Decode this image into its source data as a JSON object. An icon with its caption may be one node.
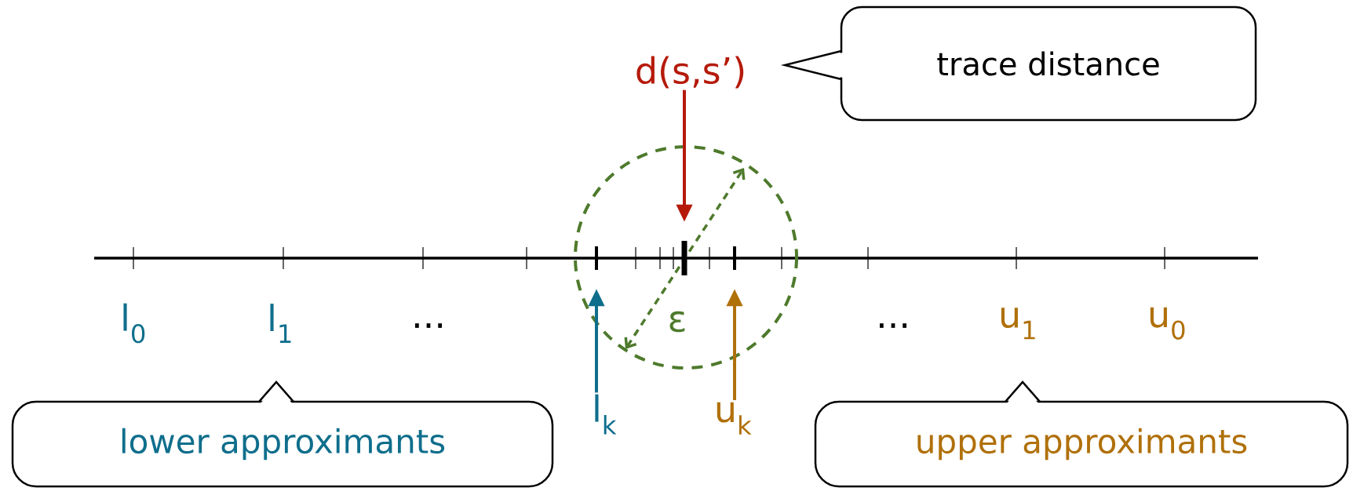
{
  "diagram": {
    "nodes": [
      {
        "text": [
          "trace distance"
        ]
      },
      {
        "text": [
          "d(s,s’)"
        ]
      },
      {
        "text": [
          "l$_{k}$"
        ]
      },
      {
        "text": [
          "u$_{k}$"
        ]
      },
      {
        "text": [],
        "shape": "bar"
      },
      {
        "text": [],
        "shape": "bar"
      },
      {
        "text": [],
        "shape": "bar"
      },
      {
        "text": [
          "lower approximants"
        ]
      },
      {
        "text": [
          "upper approximants"
        ]
      }
    ],
    "edges": [
      {
        "from": 1,
        "to": 5,
        "arrow": "to",
        "color": "#b51a0a"
      },
      {
        "from": 2,
        "to": 4,
        "arrow": "to",
        "color": "#0f6e8c"
      },
      {
        "from": 3,
        "to": 6,
        "arrow": "to",
        "color": "#b0700a"
      }
    ],
    "labels": [
      "l$_{0}$",
      "l$_{1}$",
      "...",
      "ε",
      "...",
      "u$_{1}$",
      "u$_{0}$"
    ]
  }
}
